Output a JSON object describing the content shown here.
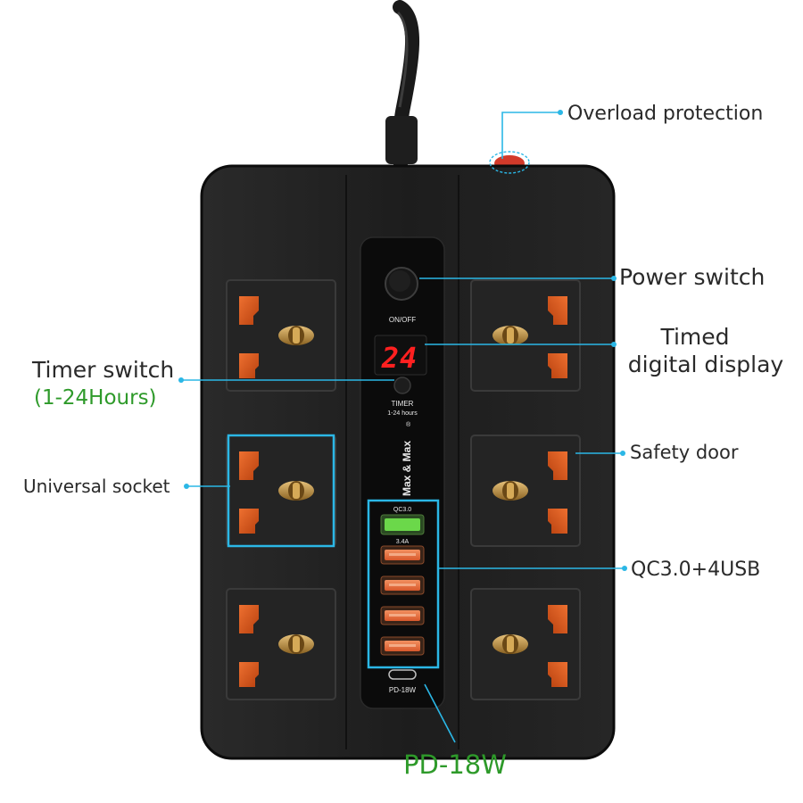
{
  "callouts": {
    "overload_protection": "Overload protection",
    "power_switch": "Power switch",
    "timed_display_line1": "Timed",
    "timed_display_line2": "digital display",
    "timer_switch": "Timer switch",
    "timer_range": "(1-24Hours)",
    "safety_door": "Safety door",
    "universal_socket": "Universal socket",
    "usb_ports": "QC3.0+4USB",
    "pd_port": "PD-18W"
  },
  "device": {
    "on_off_label": "ON/OFF",
    "display_value": "24",
    "timer_label": "TIMER",
    "timer_range_label": "1-24 hours",
    "brand": "Max & Max",
    "brand_mark": "®",
    "qc_label": "QC3.0",
    "usb_current": "3.4A",
    "pd_label": "PD-18W"
  },
  "colors": {
    "body": "#1b1b1b",
    "socket_pin": "#d9561c",
    "earth_pin": "#b8892e",
    "accent_line": "#2bb7e6",
    "green_text": "#2e9a2a",
    "display_red": "#ff2020",
    "qc_port": "#6bd84a"
  }
}
